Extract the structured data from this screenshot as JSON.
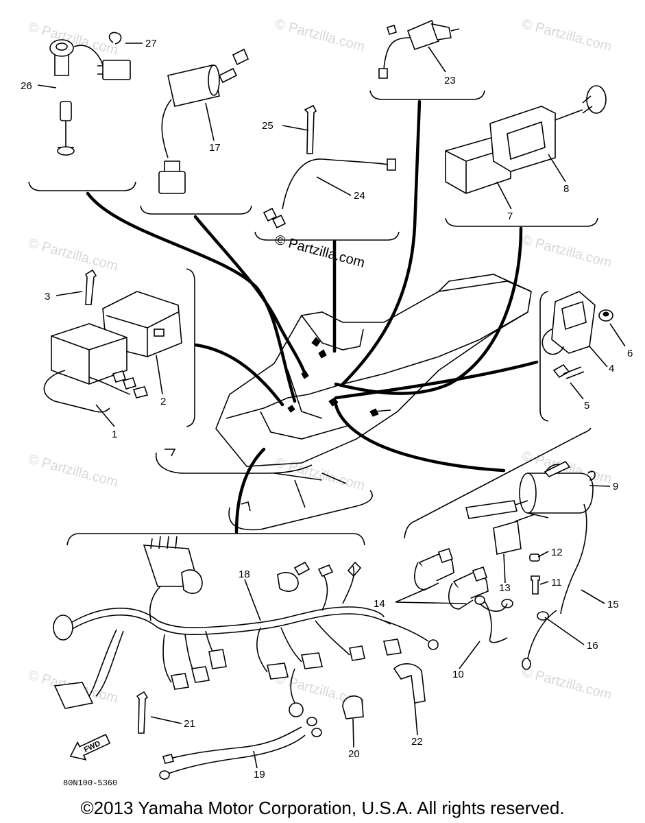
{
  "watermarks": {
    "corner_text": "© Partzilla.com",
    "center_text": "© Partzilla.com"
  },
  "callouts": {
    "p1": "1",
    "p2": "2",
    "p3": "3",
    "p4": "4",
    "p5": "5",
    "p6": "6",
    "p7": "7",
    "p8": "8",
    "p9": "9",
    "p10": "10",
    "p11": "11",
    "p12": "12",
    "p13": "13",
    "p14": "14",
    "p15": "15",
    "p16": "16",
    "p17": "17",
    "p18": "18",
    "p19": "19",
    "p20": "20",
    "p21": "21",
    "p22": "22",
    "p23": "23",
    "p24": "24",
    "p25": "25",
    "p26": "26",
    "p27": "27"
  },
  "fwd_arrow_label": "FWD",
  "drawing_id": "80N100-5360",
  "copyright": "©2013  Yamaha Motor Corporation, U.S.A. All rights reserved."
}
